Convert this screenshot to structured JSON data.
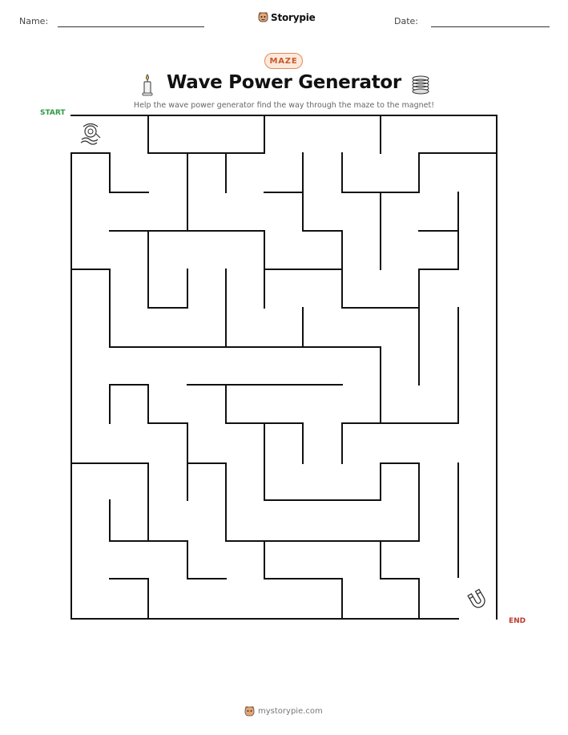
{
  "header": {
    "name_label": "Name:",
    "date_label": "Date:",
    "brand": "Storypie"
  },
  "worksheet": {
    "tag": "MAZE",
    "title": "Wave Power Generator",
    "instructions": "Help the wave power generator find the way through the maze to the magnet!",
    "start_label": "START",
    "end_label": "END"
  },
  "icons": {
    "brand_logo": "storypie-mascot-icon",
    "title_left": "candle-icon",
    "title_right": "coil-icon",
    "start_marker": "wave-generator-icon",
    "end_marker": "magnet-icon"
  },
  "colors": {
    "start": "#2e9a44",
    "end": "#c0392b",
    "tag_fill": "#fde9dc",
    "tag_text": "#c85a2a"
  },
  "footer": {
    "website": "mystorypie.com"
  }
}
